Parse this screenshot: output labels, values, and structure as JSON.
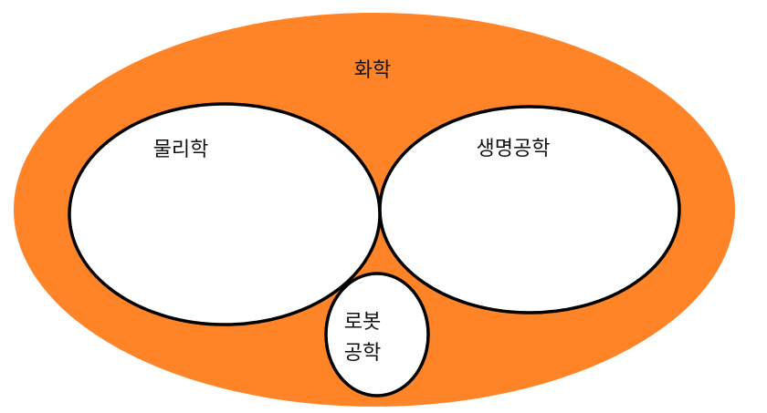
{
  "diagram": {
    "outer": {
      "label": "화학",
      "fill": "#FF8427"
    },
    "left": {
      "label": "물리학",
      "fill": "#FFFFFF"
    },
    "right": {
      "label": "생명공학",
      "fill": "#FFFFFF"
    },
    "bottom": {
      "label_line1": "로봇",
      "label_line2": "공학",
      "fill": "#FFFFFF"
    },
    "stroke_color": "#000000"
  }
}
